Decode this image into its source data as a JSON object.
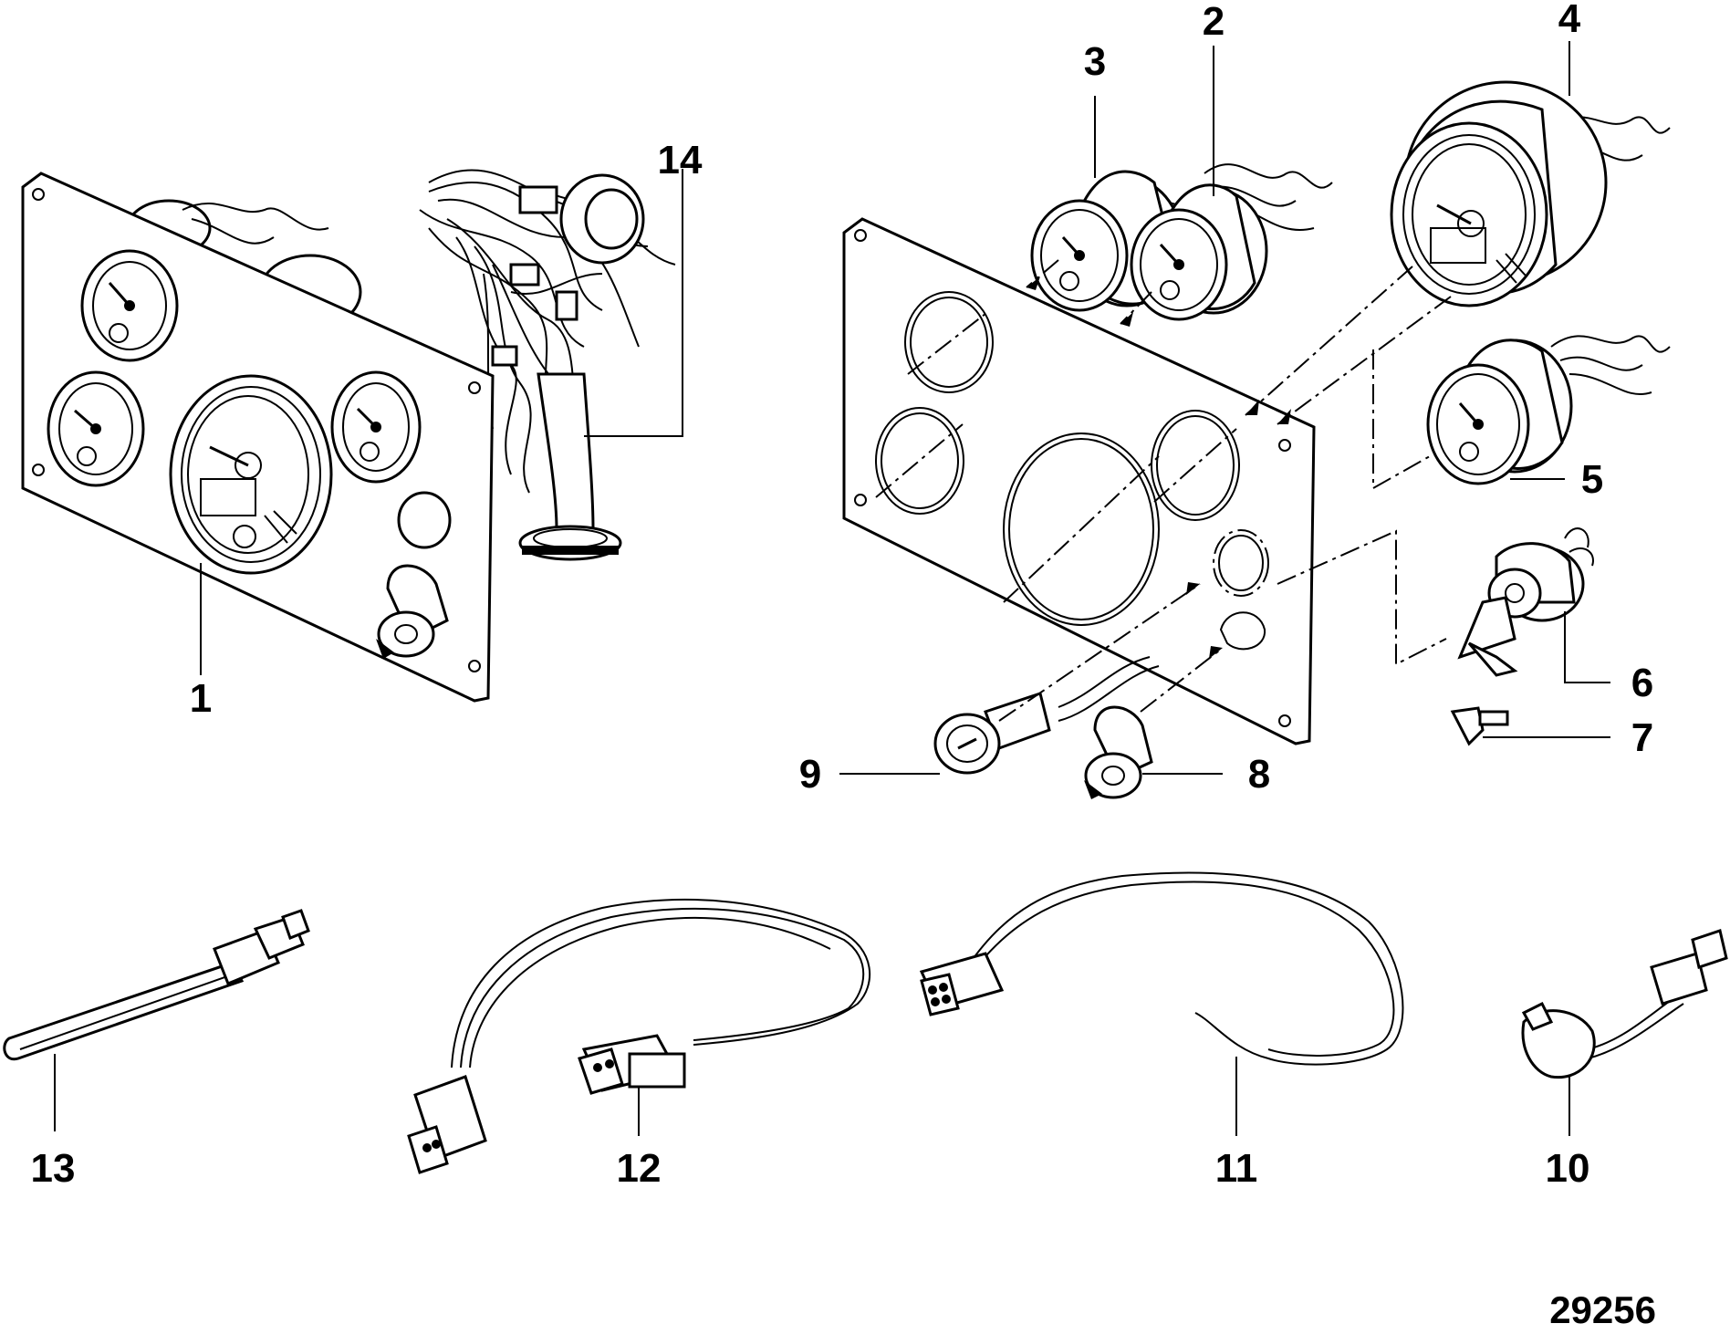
{
  "figure_number": "29256",
  "callouts": [
    {
      "id": "1",
      "label": "1"
    },
    {
      "id": "2",
      "label": "2"
    },
    {
      "id": "3",
      "label": "3"
    },
    {
      "id": "4",
      "label": "4"
    },
    {
      "id": "5",
      "label": "5"
    },
    {
      "id": "6",
      "label": "6"
    },
    {
      "id": "7",
      "label": "7"
    },
    {
      "id": "8",
      "label": "8"
    },
    {
      "id": "9",
      "label": "9"
    },
    {
      "id": "10",
      "label": "10"
    },
    {
      "id": "11",
      "label": "11"
    },
    {
      "id": "12",
      "label": "12"
    },
    {
      "id": "13",
      "label": "13"
    },
    {
      "id": "14",
      "label": "14"
    }
  ]
}
